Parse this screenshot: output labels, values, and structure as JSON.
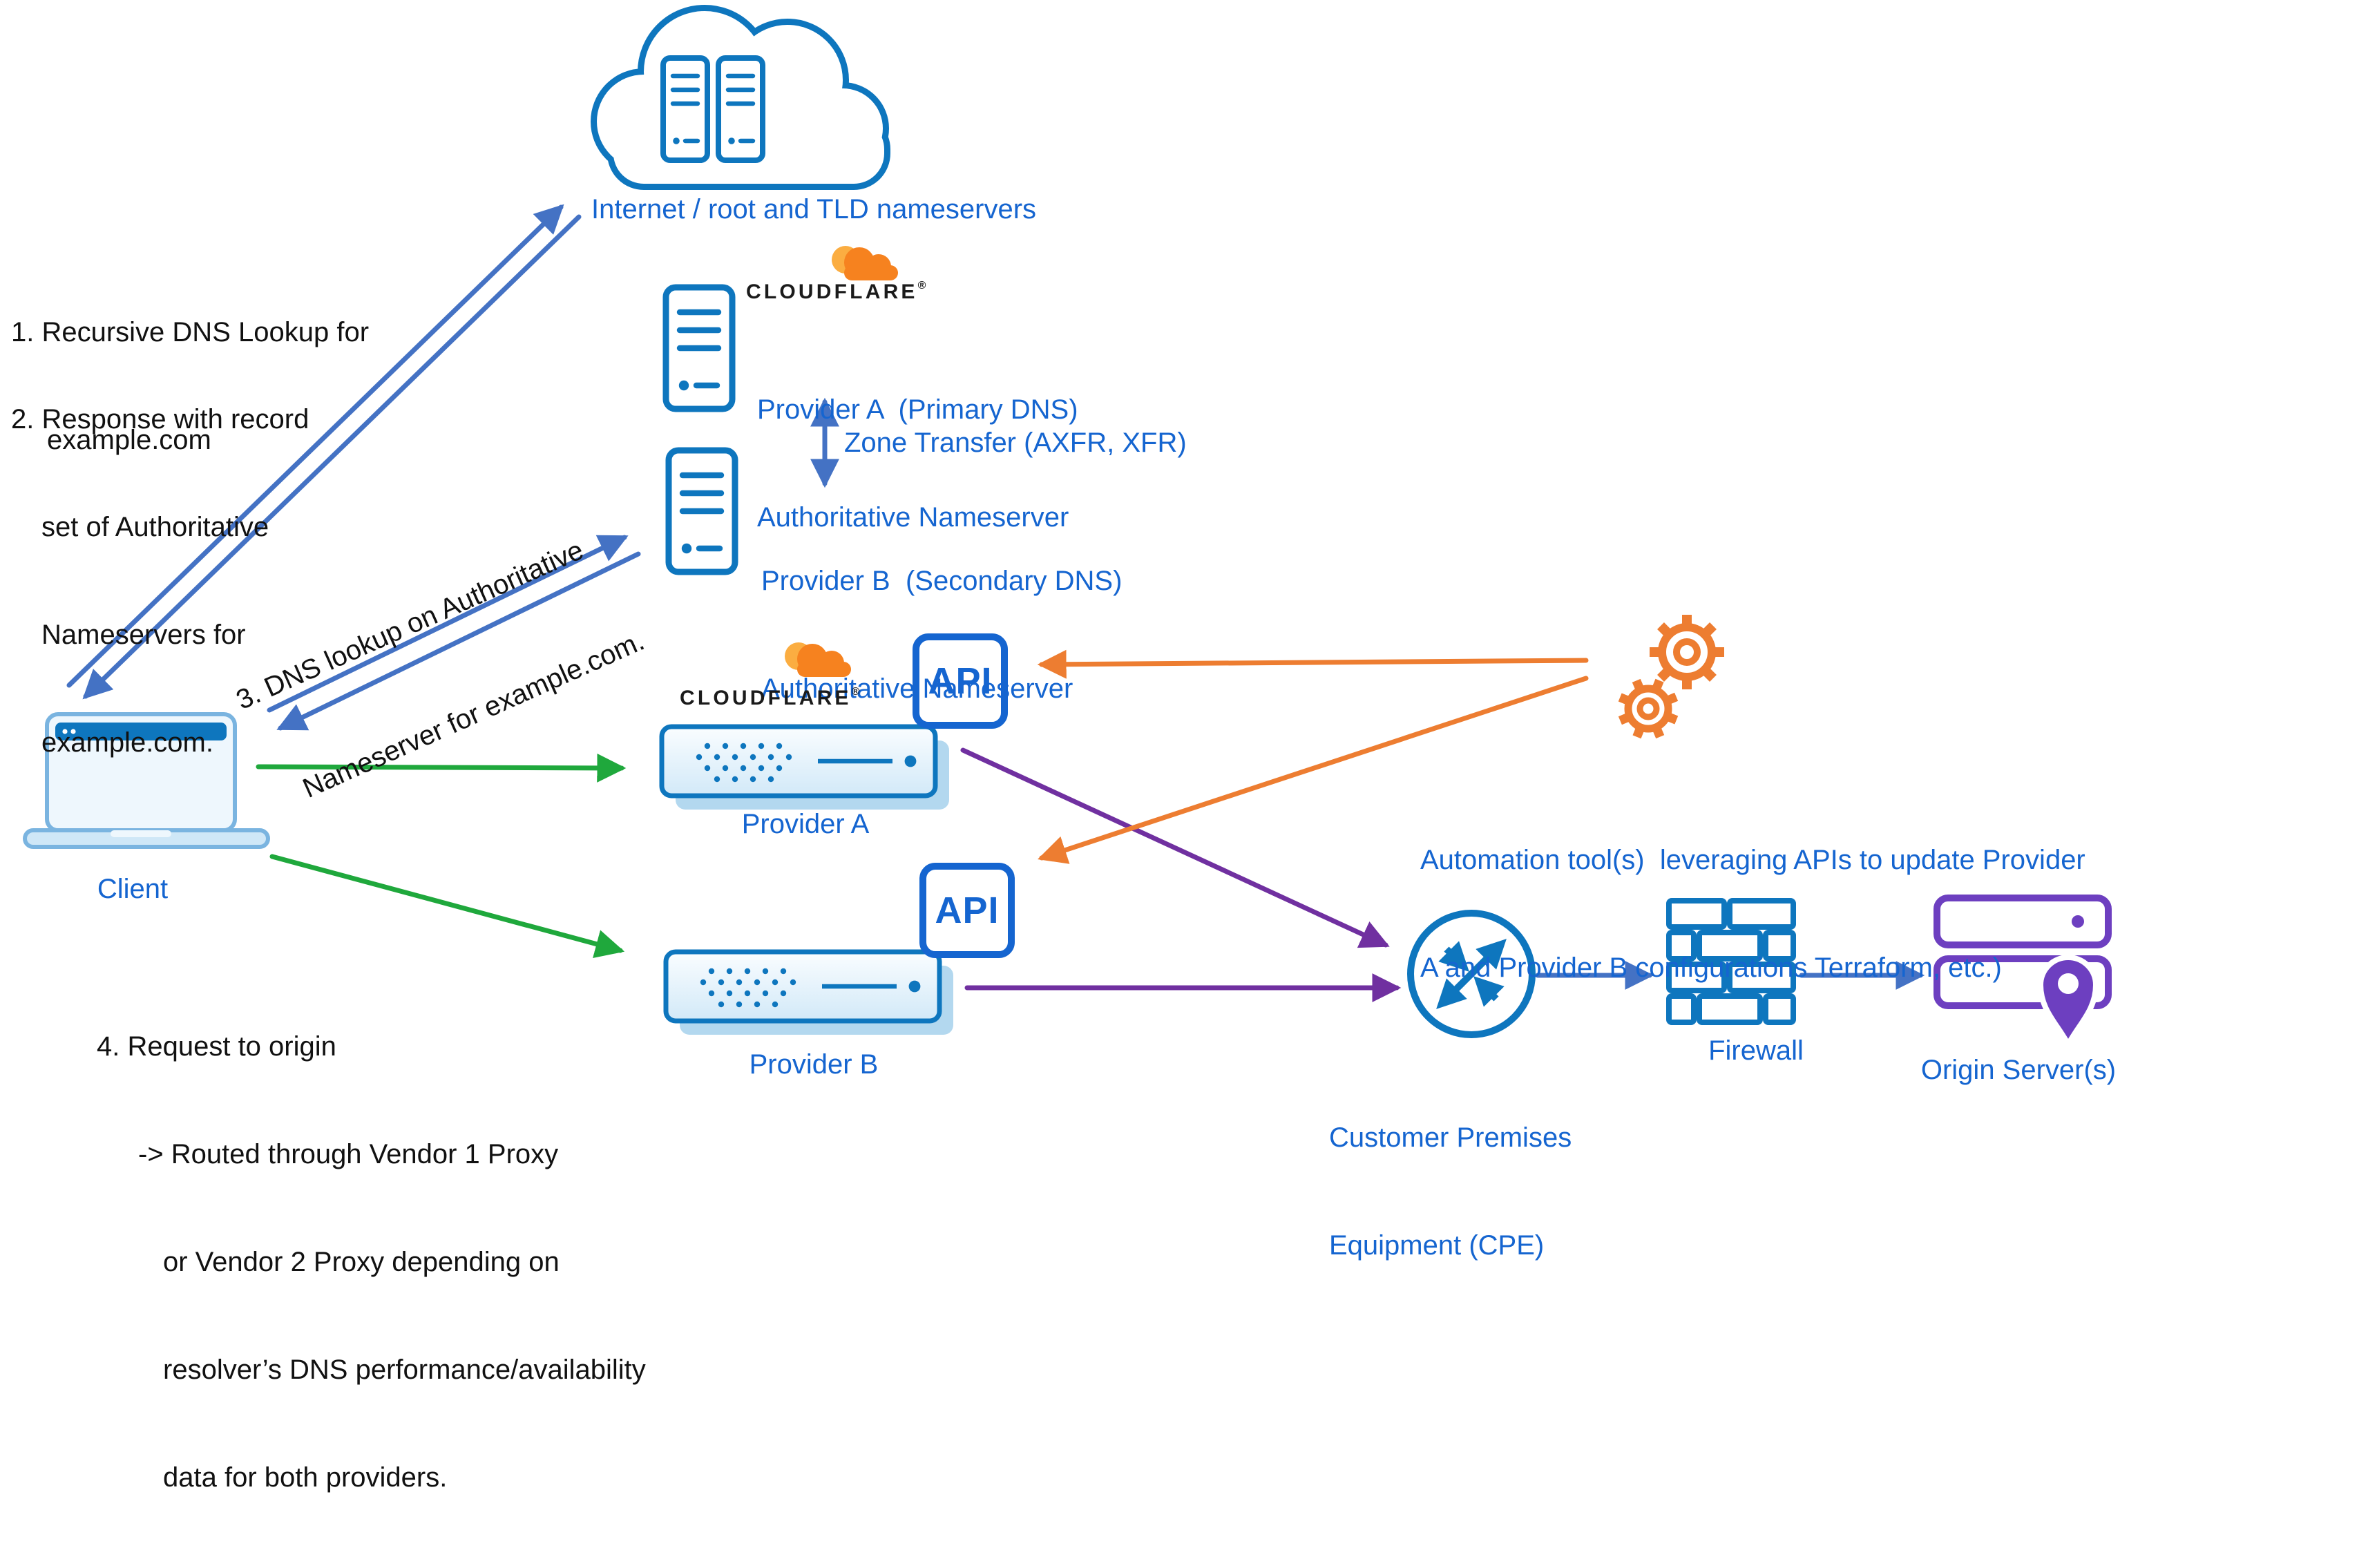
{
  "colors": {
    "icon_blue": "#0e76be",
    "arrow_blue": "#4472c4",
    "text_blue": "#1565d0",
    "green": "#1fa83c",
    "purple": "#7030a0",
    "orange_logo": "#f6821f",
    "orange_light": "#fbad41",
    "orange_arrow": "#ed7d31",
    "origin_purple": "#6d3fc0",
    "text_black": "#111111"
  },
  "brand": {
    "wordmark": "CLOUDFLARE",
    "mark": "®"
  },
  "nodes": {
    "internet": {
      "label": "Internet / root and TLD nameservers"
    },
    "ns_a": {
      "line1": "Provider A  (Primary DNS)",
      "line2": "Authoritative Nameserver"
    },
    "ns_b": {
      "line1": "Provider B  (Secondary DNS)",
      "line2": "Authoritative Nameserver"
    },
    "client": {
      "label": "Client"
    },
    "proxy_a": {
      "label": "Provider A",
      "api": "API"
    },
    "proxy_b": {
      "label": "Provider B",
      "api": "API"
    },
    "cpe": {
      "line1": "Customer Premises",
      "line2": "Equipment (CPE)"
    },
    "firewall": {
      "label": "Firewall"
    },
    "origin": {
      "label": "Origin Server(s)"
    }
  },
  "edges": {
    "zone_transfer": "Zone Transfer (AXFR, XFR)"
  },
  "annotations": {
    "automation": {
      "line1": "Automation tool(s)  leveraging APIs to update Provider",
      "line2": "A and Provider B configurations Terraform, etc.)"
    },
    "step1": {
      "line1": "1. Recursive DNS Lookup for",
      "line2": "example.com"
    },
    "step2": {
      "line1": "2. Response with record",
      "line2": "set of Authoritative",
      "line3": "Nameservers for",
      "line4": "example.com."
    },
    "step3": {
      "line1": "3. DNS lookup on Authoritative",
      "line2": "Nameserver for example.com."
    },
    "step4": {
      "line1": "4. Request to origin",
      "line2": "-> Routed through Vendor 1 Proxy",
      "line3": "or Vendor 2 Proxy depending on",
      "line4": "resolver’s DNS performance/availability",
      "line5": "data for both providers."
    }
  }
}
